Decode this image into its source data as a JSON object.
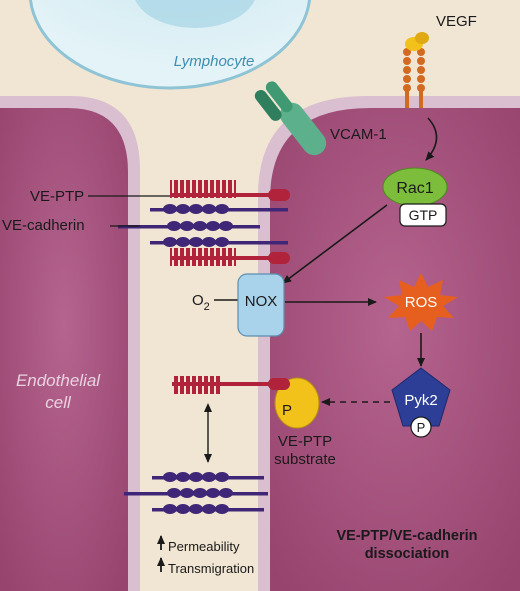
{
  "labels": {
    "lymphocyte": "Lymphocyte",
    "vegf": "VEGF",
    "vcam1": "VCAM-1",
    "rac1": "Rac1",
    "gtp": "GTP",
    "ve_ptp": "VE-PTP",
    "ve_cadherin": "VE-cadherin",
    "o2": "O",
    "o2_sub": "2",
    "nox": "NOX",
    "ros": "ROS",
    "endothelial_line1": "Endothelial",
    "endothelial_line2": "cell",
    "pyk2": "Pyk2",
    "p_pyk2": "P",
    "p_substrate": "P",
    "substrate_line1": "VE-PTP",
    "substrate_line2": "substrate",
    "permeability": "Permeability",
    "transmigration": "Transmigration",
    "dissociation_line1": "VE-PTP/VE-cadherin",
    "dissociation_line2": "dissociation"
  },
  "colors": {
    "background": "#f1e5d3",
    "cell_fill": "#a8527f",
    "cell_edge": "#d9bfd0",
    "lymphocyte_fill": "#d6edf4",
    "lymphocyte_edge": "#8ec4d6",
    "ve_ptp": "#b0233b",
    "ve_cadherin": "#3f2676",
    "vcam1": "#5cb08c",
    "vegf_receptor": "#d36a22",
    "vegf": "#f2c21a",
    "rac1": "#7cbe3b",
    "nox": "#a9d3ea",
    "ros": "#e65f1e",
    "pyk2": "#2d3e96",
    "substrate": "#f2c21a"
  }
}
